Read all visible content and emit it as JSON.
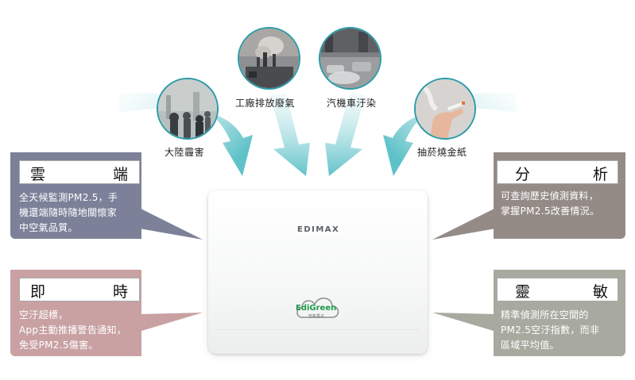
{
  "sources": [
    {
      "label": "大陸霾害"
    },
    {
      "label": "工廠排放廢氣"
    },
    {
      "label": "汽機車汙染"
    },
    {
      "label": "抽菸燒金紙"
    }
  ],
  "panels": {
    "cloud": {
      "title_left": "雲",
      "title_right": "端",
      "lines": [
        "全天候監測PM2.5，手",
        "機還端隨時隨地關懷家",
        "中空氣品質。"
      ]
    },
    "instant": {
      "title_left": "即",
      "title_right": "時",
      "lines": [
        "空汙超標，",
        "App主動推播警告通知，",
        "免受PM2.5傷害。"
      ]
    },
    "analyze": {
      "title_left": "分",
      "title_right": "析",
      "lines": [
        "可查詢歷史偵測資料，",
        "掌握PM2.5改善情況。"
      ]
    },
    "sensitive": {
      "title_left": "靈",
      "title_right": "敏",
      "lines": [
        "精準偵測所在空間的",
        "PM2.5空汙指數，而非",
        "區域平均值。"
      ]
    }
  },
  "device": {
    "brand": "EDIMAX",
    "product": "EdiGreen",
    "product_sub": "空氣盒子"
  },
  "colors": {
    "cloud": "#7c8199",
    "instant": "#c9a1a3",
    "analyze": "#948b87",
    "sensitive": "#a8aaa0",
    "arrow": "#7fcdd2"
  }
}
